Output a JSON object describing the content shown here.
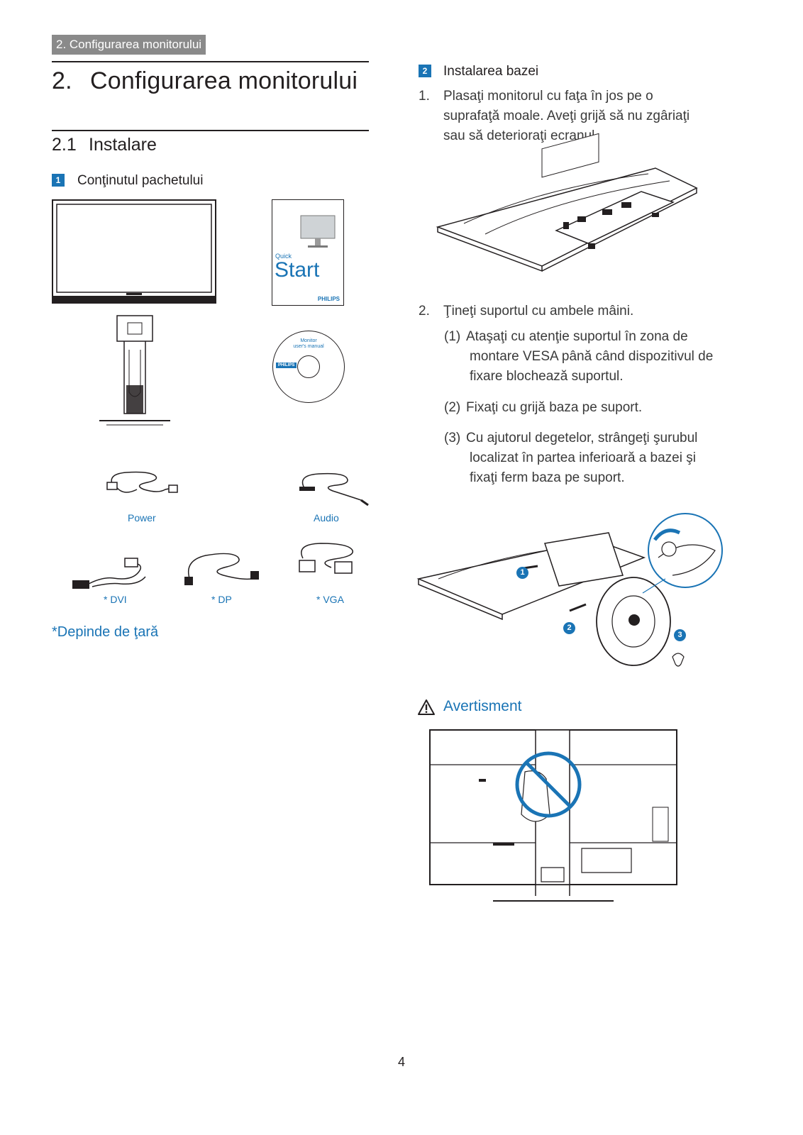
{
  "running_header": "2. Configurarea monitorului",
  "chapter": {
    "number": "2.",
    "title": "Configurarea monitorului"
  },
  "section": {
    "number": "2.1",
    "title": "Instalare"
  },
  "step1": {
    "badge": "1",
    "title": "Conţinutul pachetului"
  },
  "quick_start": {
    "quick": "Quick",
    "start": "Start",
    "brand": "PHILIPS"
  },
  "cd": {
    "line1": "Monitor",
    "line2": "user's manual",
    "brand": "PHILIPS"
  },
  "items": [
    {
      "label": "Power"
    },
    {
      "label": "Audio"
    },
    {
      "label": "* DVI"
    },
    {
      "label": "* DP"
    },
    {
      "label": "* VGA"
    }
  ],
  "note": "*Depinde de ţară",
  "step2": {
    "badge": "2",
    "title": "Instalarea bazei",
    "list": [
      {
        "n": "1.",
        "lines": [
          "Plasaţi monitorul cu faţa în jos pe o",
          "suprafaţă moale. Aveţi grijă să nu zgâriaţi",
          "sau să deterioraţi ecranul."
        ]
      },
      {
        "n": "2.",
        "lines": [
          "Ţineţi suportul cu ambele mâini."
        ]
      }
    ],
    "sub": [
      {
        "n": "(1)",
        "lines": [
          "Ataşaţi cu atenţie suportul în zona de",
          "montare VESA până când dispozitivul de",
          "fixare blochează suportul."
        ]
      },
      {
        "n": "(2)",
        "lines": [
          "Fixaţi cu grijă baza pe suport."
        ]
      },
      {
        "n": "(3)",
        "lines": [
          "Cu ajutorul degetelor, strângeţi şurubul",
          "localizat în partea inferioară a bazei şi",
          "fixaţi ferm baza pe suport."
        ]
      }
    ],
    "callouts": [
      "1",
      "2",
      "3"
    ]
  },
  "warning": {
    "title": "Avertisment"
  },
  "page_number": "4"
}
